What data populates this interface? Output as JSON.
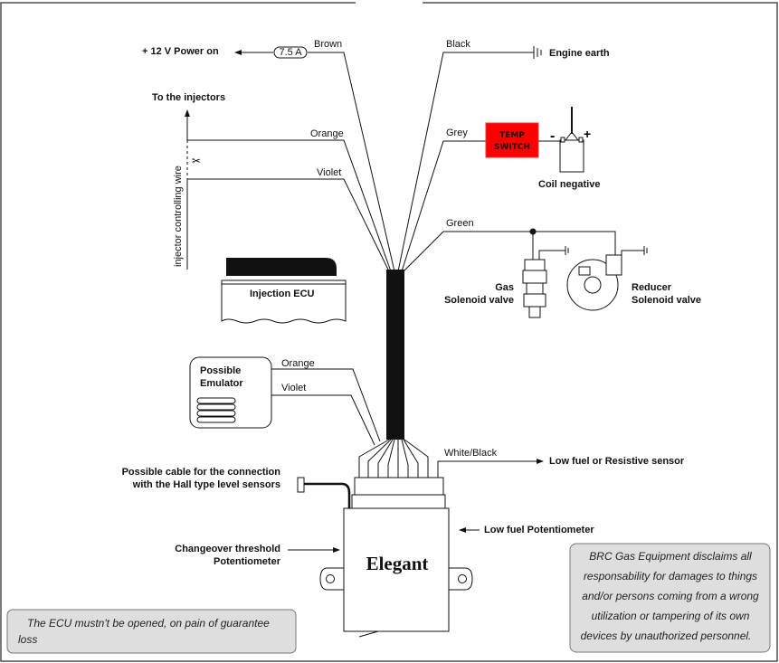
{
  "power": {
    "label": "+ 12 V Power on",
    "fuse": "7.5 A",
    "wire": "Brown"
  },
  "earth": {
    "wire": "Black",
    "label": "Engine earth"
  },
  "injectors": {
    "label": "To the injectors",
    "control_wire": "injector controlling wire",
    "orange": "Orange",
    "violet": "Violet",
    "ecu": "Injection ECU"
  },
  "temp": {
    "wire": "Grey",
    "switch_line1": "TEMP",
    "switch_line2": "SWITCH",
    "coil": "Coil negative",
    "minus": "-",
    "plus": "+",
    "switch_color": "#ff0000"
  },
  "solenoids": {
    "wire": "Green",
    "gas_line1": "Gas",
    "gas_line2": "Solenoid valve",
    "reducer_line1": "Reducer",
    "reducer_line2": "Solenoid valve"
  },
  "emulator": {
    "line1": "Possible",
    "line2": "Emulator",
    "orange": "Orange",
    "violet": "Violet"
  },
  "sensor": {
    "wire": "White/Black",
    "label": "Low fuel or Resistive sensor"
  },
  "hall": {
    "line1": "Possible cable for the connection",
    "line2": "with the Hall type level sensors"
  },
  "ecu": {
    "name": "Elegant",
    "low_fuel_pot": "Low fuel Potentiometer",
    "changeover_line1": "Changeover threshold",
    "changeover_line2": "Potentiometer"
  },
  "notes": {
    "warning_line1": "The ECU mustn't be opened, on pain of guarantee",
    "warning_line2": "loss",
    "disclaimer": [
      "BRC Gas Equipment disclaims all",
      "responsability for damages to things",
      "and/or persons coming from a wrong",
      "utilization or tampering of its own",
      "devices by unauthorized personnel."
    ]
  }
}
